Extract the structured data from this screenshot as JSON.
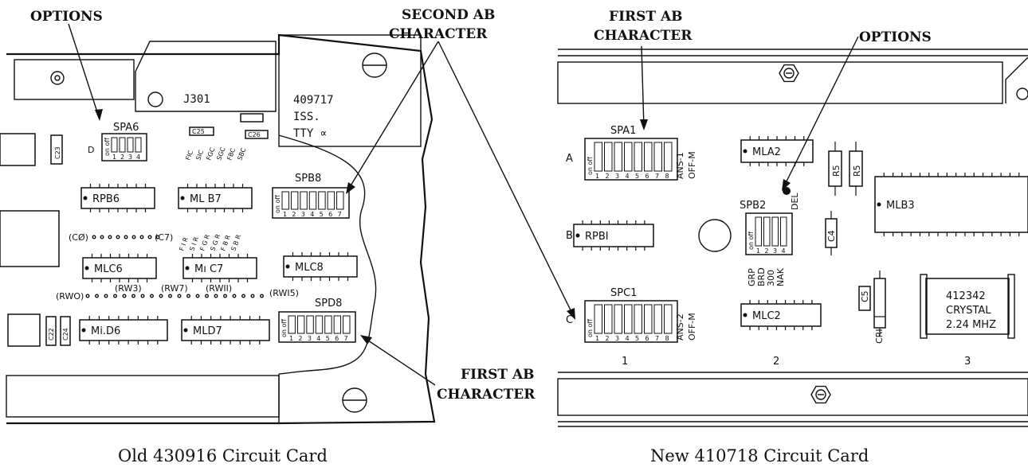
{
  "callouts": {
    "options_left": "OPTIONS",
    "second_ab_line1": "SECOND AB",
    "second_ab_line2": "CHARACTER",
    "first_ab_top_line1": "FIRST AB",
    "first_ab_top_line2": "CHARACTER",
    "options_right": "OPTIONS",
    "first_ab_bottom_line1": "FIRST AB",
    "first_ab_bottom_line2": "CHARACTER"
  },
  "captions": {
    "old_card": "Old 430916 Circuit Card",
    "new_card": "New 410718 Circuit Card"
  },
  "old_card": {
    "connector": "J301",
    "stamp_line1": "409717",
    "stamp_line2": "ISS.",
    "stamp_line3": "TTY ∝",
    "switches": {
      "spa6": "SPA6",
      "spb8": "SPB8",
      "spd8": "SPD8",
      "spa6_side": "D"
    },
    "chips": {
      "rpb6": "RPB6",
      "mlb7": "ML B7",
      "mlc6": "MLC6",
      "mlc7": "Mı C7",
      "mlc8": "MLC8",
      "mld6": "Mi.D6",
      "mld7": "MLD7"
    },
    "caps": {
      "c25": "C25",
      "c26": "C26",
      "c23": "C23",
      "c22": "C22",
      "c24": "C24"
    },
    "signal_labels": {
      "c0": "(CØ)",
      "c7": "(C7)",
      "rw0": "(RWO)",
      "rw3": "(RW3)",
      "rw7": "(RW7)",
      "rw11": "(RWII)",
      "rw15": "(RWI5)"
    },
    "option_marks": [
      "FIC",
      "SIC",
      "FGC",
      "SGC",
      "FBC",
      "SBC"
    ],
    "option_marks2": [
      "F I R",
      "S I R",
      "F G R",
      "S G R",
      "F B R",
      "S B R"
    ]
  },
  "new_card": {
    "switches": {
      "spa1": "SPA1",
      "spb2": "SPB2",
      "spc1": "SPC1"
    },
    "row_letters": {
      "a": "A",
      "b": "B",
      "c": "C"
    },
    "spa1_side_1": "ANS-1",
    "spa1_side_2": "OFF-M",
    "spc1_side_1": "ANS-2",
    "spc1_side_2": "OFF-M",
    "spb2_top": "DEL",
    "spb2_bottom": [
      "GRP",
      "BRD",
      "300",
      "NAK"
    ],
    "chips": {
      "mla2": "MLA2",
      "rpb1": "RPBI",
      "mlb3": "MLB3",
      "mlc2": "MLC2"
    },
    "resistors": {
      "r5a": "R5",
      "r5b": "R5"
    },
    "caps": {
      "c4": "C4",
      "c5": "C5",
      "cr1": "CRI"
    },
    "crystal_line1": "412342",
    "crystal_line2": "CRYSTAL",
    "crystal_line3": "2.24 MHZ",
    "columns": [
      "1",
      "2",
      "3"
    ]
  }
}
